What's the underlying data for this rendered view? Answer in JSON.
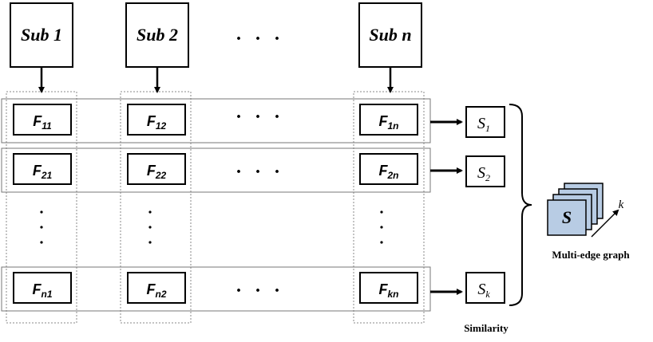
{
  "subjects": [
    {
      "label": "Sub 1"
    },
    {
      "label": "Sub 2"
    },
    {
      "label": "Sub n"
    }
  ],
  "features": [
    [
      {
        "base": "F",
        "sub": "11"
      },
      {
        "base": "F",
        "sub": "12"
      },
      {
        "base": "F",
        "sub": "1n"
      }
    ],
    [
      {
        "base": "F",
        "sub": "21"
      },
      {
        "base": "F",
        "sub": "22"
      },
      {
        "base": "F",
        "sub": "2n"
      }
    ],
    [
      {
        "base": "F",
        "sub": "n1"
      },
      {
        "base": "F",
        "sub": "n2"
      },
      {
        "base": "F",
        "sub": "kn"
      }
    ]
  ],
  "similarities": [
    {
      "base": "S",
      "sub": "1"
    },
    {
      "base": "S",
      "sub": "2"
    },
    {
      "base": "S",
      "sub": "k"
    }
  ],
  "similarity_label": "Similarity",
  "graph": {
    "stack_label": "S",
    "axis_label": "k",
    "caption": "Multi-edge graph",
    "fill_color": "#b8cce4"
  },
  "ellipsis_horizontal": ". . .",
  "ellipsis_vertical": "⋮"
}
